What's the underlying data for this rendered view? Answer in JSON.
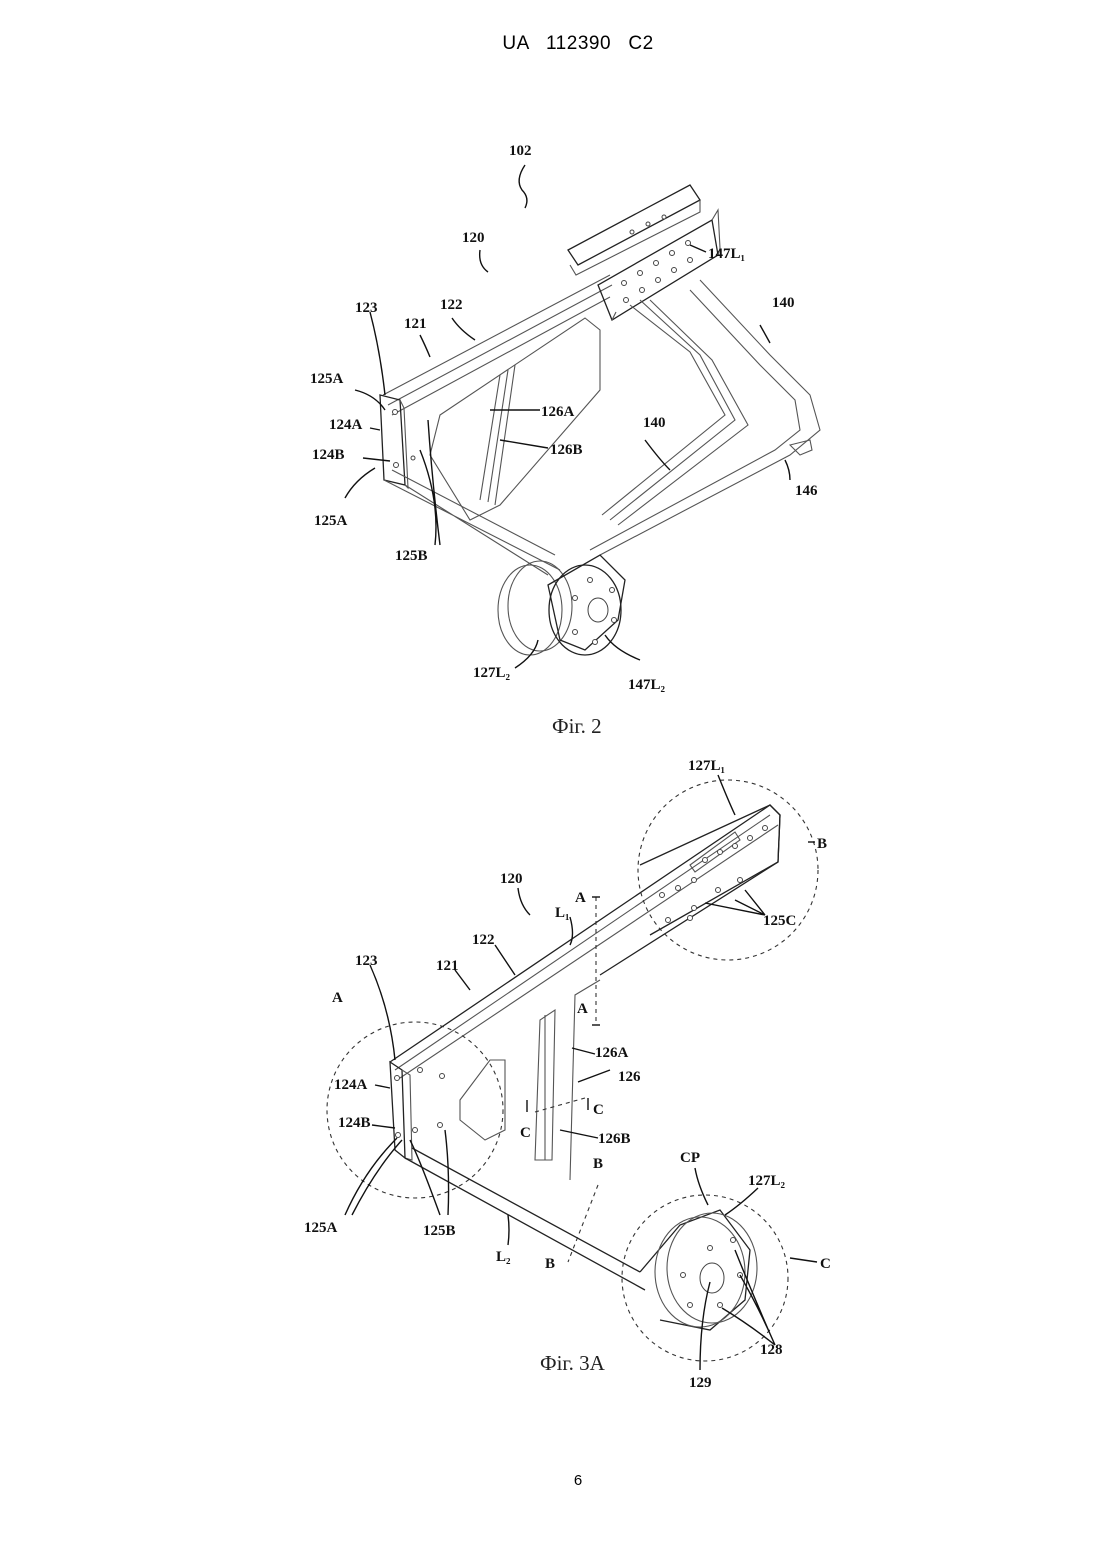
{
  "header": {
    "doc_number": "UA   112390   C2"
  },
  "figure_2": {
    "caption": "Фіг. 2",
    "labels": {
      "l102": "102",
      "l120": "120",
      "l122": "122",
      "l121": "121",
      "l123": "123",
      "l125a_top": "125A",
      "l124a": "124A",
      "l124b": "124B",
      "l125a_bot": "125A",
      "l125b": "125B",
      "l126a": "126A",
      "l126b": "126B",
      "l140_mid": "140",
      "l140_right": "140",
      "l146": "146",
      "l147l1": "147L₁",
      "l127l2": "127L₂",
      "l147l2": "147L₂"
    }
  },
  "figure_3a": {
    "caption": "Фіг. 3А",
    "labels": {
      "l127l1": "127L₁",
      "lB_circle": "B",
      "l120": "120",
      "lA_top": "A",
      "lL1": "L₁",
      "l122": "122",
      "l121": "121",
      "l123": "123",
      "lA_circle": "A",
      "lA_lower": "A",
      "l125c": "125C",
      "l126a": "126A",
      "l126": "126",
      "l124a": "124A",
      "lC_left": "C",
      "lC_right": "C",
      "l124b": "124B",
      "l126b": "126B",
      "lB_upper": "B",
      "lCP": "CP",
      "l127l2": "127L₂",
      "l125a": "125A",
      "l125b": "125B",
      "lL2": "L₂",
      "lB_lower": "B",
      "lC_circle": "C",
      "l128": "128",
      "l129": "129"
    }
  },
  "footer": {
    "page_number": "6"
  }
}
